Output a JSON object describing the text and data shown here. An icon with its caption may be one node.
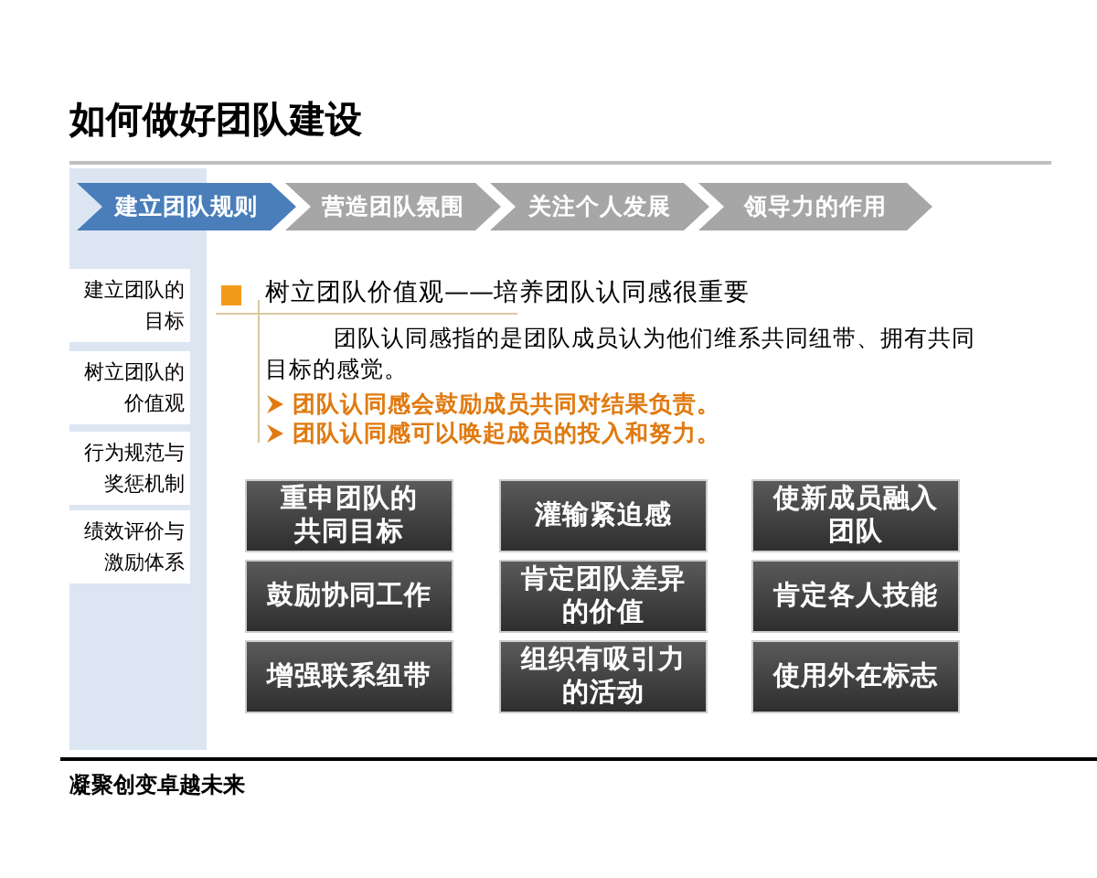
{
  "diagram": {
    "title": "如何做好团队建设",
    "nodes": [
      {
        "text": [
          "建立团队规则"
        ]
      },
      {
        "text": [
          "营造团队氛围"
        ]
      },
      {
        "text": [
          "关注个人发展"
        ]
      },
      {
        "text": [
          "领导力的作用"
        ]
      },
      {
        "text": [
          "建立团队的目标"
        ]
      },
      {
        "text": [
          "树立团队的价值观"
        ]
      },
      {
        "text": [
          "行为规范与奖惩机制"
        ]
      },
      {
        "text": [
          "绩效评价与激励体系"
        ]
      },
      {
        "text": [
          "重申团队的共同目标"
        ]
      },
      {
        "text": [
          "灌输紧迫感"
        ]
      },
      {
        "text": [
          "使新成员融入团队"
        ]
      },
      {
        "text": [
          "鼓励协同工作"
        ]
      },
      {
        "text": [
          "肯定团队差异的价值"
        ]
      },
      {
        "text": [
          "肯定各人技能"
        ]
      },
      {
        "text": [
          "增强联系纽带"
        ]
      },
      {
        "text": [
          "组织有吸引力的活动"
        ]
      },
      {
        "text": [
          "使用外在标志"
        ]
      }
    ],
    "edges": [],
    "labels": [
      "树立团队价值观——培养团队认同感很重要",
      "团队认同感指的是团队成员认为他们维系共同纽带、拥有共同目标的感觉。",
      "团队认同感会鼓励成员共同对结果负责。",
      "团队认同感可以唤起成员的投入和努力。",
      "凝聚创变卓越未来"
    ]
  }
}
